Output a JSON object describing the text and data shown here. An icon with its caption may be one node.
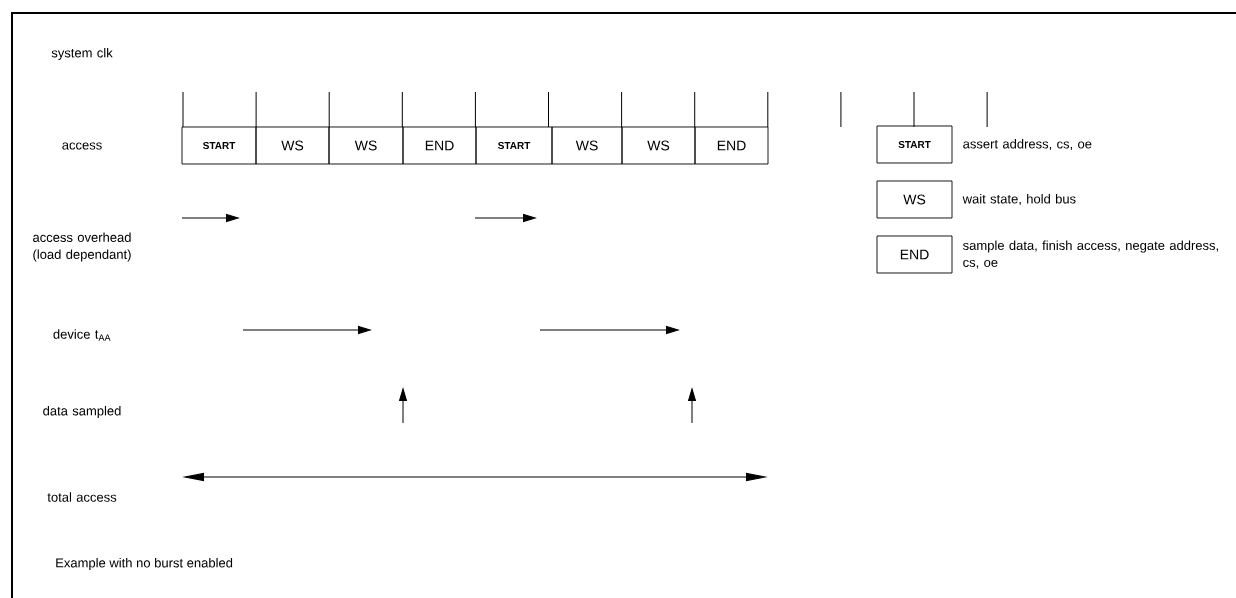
{
  "diagram": {
    "caption": "Example with no burst enabled",
    "nodes": [
      {
        "text": [
          "START"
        ]
      },
      {
        "text": [
          "WS"
        ]
      },
      {
        "text": [
          "WS"
        ]
      },
      {
        "text": [
          "END"
        ]
      },
      {
        "text": [
          "START"
        ]
      },
      {
        "text": [
          "WS"
        ]
      },
      {
        "text": [
          "WS"
        ]
      },
      {
        "text": [
          "END"
        ]
      },
      {
        "text": [
          "START"
        ],
        "beside": [
          "assert address, cs, oe"
        ]
      },
      {
        "text": [
          "WS"
        ],
        "beside": [
          "wait state, hold bus"
        ]
      },
      {
        "text": [
          "END"
        ],
        "beside": [
          "sample data, finish access, negate address, cs, oe"
        ]
      }
    ],
    "labels": [
      "system clk",
      "access",
      "access overhead (load dependant)",
      "device t$_{AA}$",
      "data sampled",
      "total access"
    ]
  }
}
